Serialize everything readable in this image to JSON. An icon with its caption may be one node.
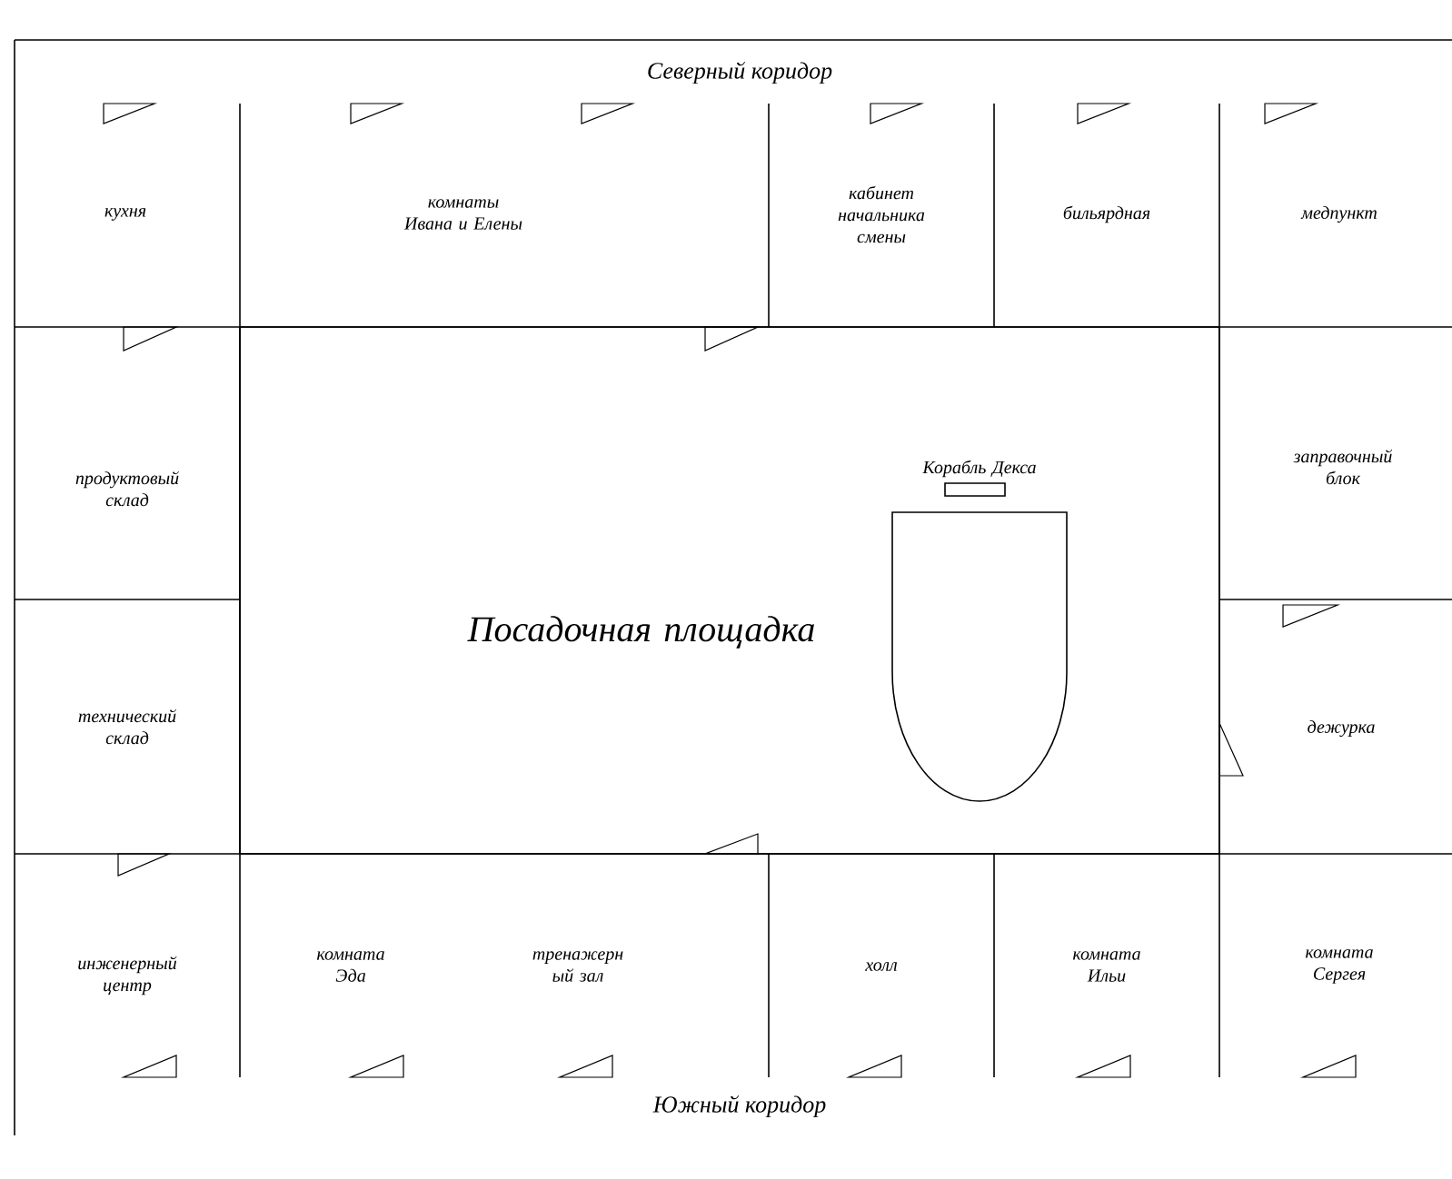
{
  "diagram": {
    "nodes": [
      {
        "text": [
          "кухня"
        ]
      },
      {
        "text": [
          "комнаты Ивана и Елены"
        ]
      },
      {
        "text": [
          "кабинет начальника смены"
        ]
      },
      {
        "text": [
          "бильярдная"
        ]
      },
      {
        "text": [
          "медпункт"
        ]
      },
      {
        "text": [
          "продуктовый склад"
        ]
      },
      {
        "text": [
          "Посадочная площадка"
        ]
      },
      {
        "text": [
          "Корабль Декса"
        ],
        "in": 6
      },
      {
        "text": [
          "заправочный блок"
        ]
      },
      {
        "text": [
          "технический склад"
        ]
      },
      {
        "text": [
          "дежурка"
        ]
      },
      {
        "text": [
          "инженерный центр"
        ]
      },
      {
        "text": [
          "комната Эда",
          "тренажерн ый зал"
        ]
      },
      {
        "text": [
          "холл"
        ]
      },
      {
        "text": [
          "комната Ильи"
        ]
      },
      {
        "text": [
          "комната Сергея"
        ]
      }
    ],
    "labels": [
      "Северный коридор",
      "Южный коридор"
    ]
  }
}
